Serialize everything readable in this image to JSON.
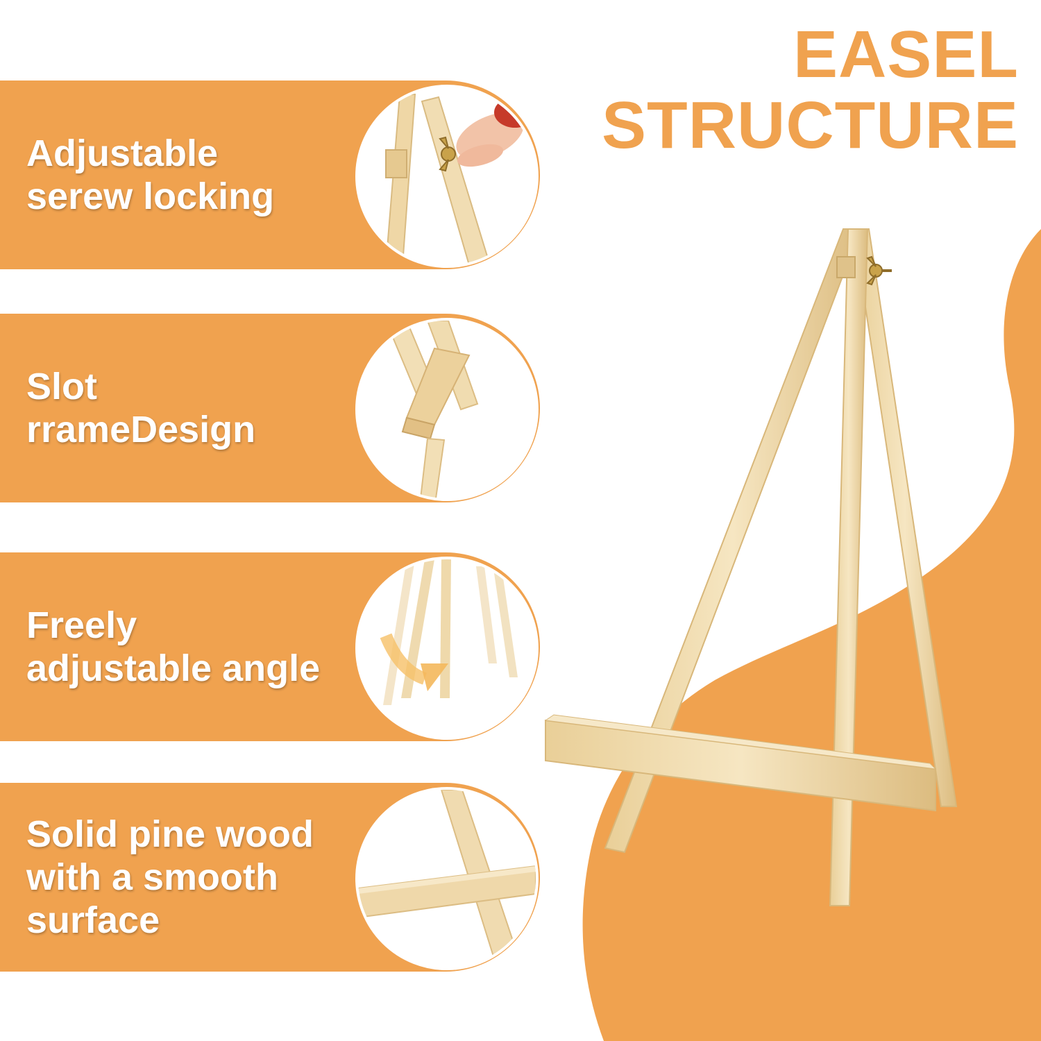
{
  "title": {
    "line1": "EASEL",
    "line2": "STRUCTURE"
  },
  "features": [
    {
      "text": "Adjustable\nserew locking",
      "icon": "wing-nut-screw-icon"
    },
    {
      "text": "Slot\nrrameDesign",
      "icon": "slot-frame-icon"
    },
    {
      "text": "Freely\nadjustable angle",
      "icon": "angle-adjust-icon"
    },
    {
      "text": "Solid pine wood\nwith a smooth\nsurface",
      "icon": "pine-wood-icon"
    }
  ],
  "colors": {
    "accent": "#f0a24f",
    "wood": "#efd9a8",
    "background": "#ffffff"
  }
}
